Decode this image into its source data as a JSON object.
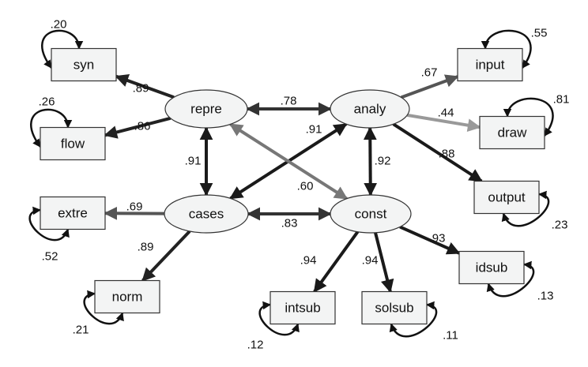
{
  "latent": [
    {
      "id": "repre",
      "label": "repre"
    },
    {
      "id": "analy",
      "label": "analy"
    },
    {
      "id": "cases",
      "label": "cases"
    },
    {
      "id": "const",
      "label": "const"
    }
  ],
  "observed": [
    {
      "id": "syn",
      "label": "syn",
      "variance": ".20"
    },
    {
      "id": "flow",
      "label": "flow",
      "variance": ".26"
    },
    {
      "id": "extre",
      "label": "extre",
      "variance": ".52"
    },
    {
      "id": "norm",
      "label": "norm",
      "variance": ".21"
    },
    {
      "id": "input",
      "label": "input",
      "variance": ".55"
    },
    {
      "id": "draw",
      "label": "draw",
      "variance": ".81"
    },
    {
      "id": "output",
      "label": "output",
      "variance": ".23"
    },
    {
      "id": "intsub",
      "label": "intsub",
      "variance": ".12"
    },
    {
      "id": "solsub",
      "label": "solsub",
      "variance": ".11"
    },
    {
      "id": "idsub",
      "label": "idsub",
      "variance": ".13"
    }
  ],
  "paths": [
    {
      "from": "repre",
      "to": "syn",
      "weight": ".89",
      "color": "#222222",
      "bidirectional": false
    },
    {
      "from": "repre",
      "to": "flow",
      "weight": ".86",
      "color": "#222222",
      "bidirectional": false
    },
    {
      "from": "repre",
      "to": "analy",
      "weight": ".78",
      "color": "#333333",
      "bidirectional": true
    },
    {
      "from": "repre",
      "to": "cases",
      "weight": ".91",
      "color": "#1a1a1a",
      "bidirectional": true
    },
    {
      "from": "cases",
      "to": "analy",
      "weight": ".91",
      "color": "#1a1a1a",
      "bidirectional": true
    },
    {
      "from": "repre",
      "to": "const",
      "weight": ".60",
      "color": "#777777",
      "bidirectional": true
    },
    {
      "from": "analy",
      "to": "const",
      "weight": ".92",
      "color": "#1a1a1a",
      "bidirectional": true
    },
    {
      "from": "analy",
      "to": "input",
      "weight": ".67",
      "color": "#555555",
      "bidirectional": false
    },
    {
      "from": "analy",
      "to": "draw",
      "weight": ".44",
      "color": "#999999",
      "bidirectional": false
    },
    {
      "from": "analy",
      "to": "output",
      "weight": ".88",
      "color": "#1a1a1a",
      "bidirectional": false
    },
    {
      "from": "cases",
      "to": "extre",
      "weight": ".69",
      "color": "#555555",
      "bidirectional": false
    },
    {
      "from": "cases",
      "to": "const",
      "weight": ".83",
      "color": "#333333",
      "bidirectional": true
    },
    {
      "from": "cases",
      "to": "norm",
      "weight": ".89",
      "color": "#222222",
      "bidirectional": false
    },
    {
      "from": "const",
      "to": "intsub",
      "weight": ".94",
      "color": "#1a1a1a",
      "bidirectional": false
    },
    {
      "from": "const",
      "to": "solsub",
      "weight": ".94",
      "color": "#1a1a1a",
      "bidirectional": false
    },
    {
      "from": "const",
      "to": "idsub",
      "weight": ".93",
      "color": "#1a1a1a",
      "bidirectional": false
    }
  ],
  "colors": {
    "node_fill": "#f3f4f4",
    "node_stroke": "#333333",
    "loop": "#111111"
  }
}
